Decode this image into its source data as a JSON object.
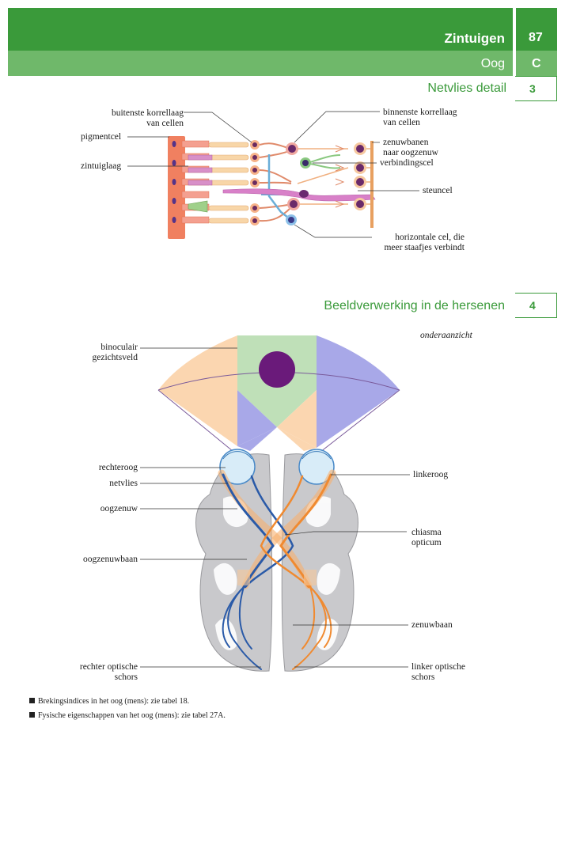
{
  "header": {
    "chapter": "Zintuigen",
    "page_number": "87",
    "subchapter": "Oog",
    "subchapter_code": "C",
    "colors": {
      "dark_green": "#3a9a3a",
      "light_green": "#6fb86a",
      "accent": "#3a9a3a"
    }
  },
  "section3": {
    "title": "Netvlies detail",
    "number": "3",
    "labels": {
      "outer_layer": "buitenste korrellaag\nvan cellen",
      "pigment_cell": "pigmentcel",
      "sensory_layer": "zintuiglaag",
      "inner_layer": "binnenste korrellaag\nvan cellen",
      "nerve_paths": "zenuwbanen\nnaar oogzenuw",
      "connecting_cell": "verbindingscel",
      "support_cell": "steuncel",
      "horizontal_cell": "horizontale cel, die\nmeer staafjes verbindt"
    }
  },
  "section4": {
    "title": "Beeldverwerking in de hersenen",
    "number": "4",
    "view": "onderaanzicht",
    "labels": {
      "binocular": "binoculair\ngezichtsveld",
      "right_eye": "rechteroog",
      "retina": "netvlies",
      "optic_nerve": "oogzenuw",
      "optic_tract": "oogzenuwbaan",
      "right_cortex": "rechter optische\nschors",
      "left_eye": "linkeroog",
      "chiasma": "chiasma\nopticum",
      "nerve_path": "zenuwbaan",
      "left_cortex": "linker optische\nschors"
    }
  },
  "notes": [
    "Brekingsindices in het oog (mens): zie tabel 18.",
    "Fysische eigenschappen van het oog (mens): zie tabel 27A."
  ]
}
